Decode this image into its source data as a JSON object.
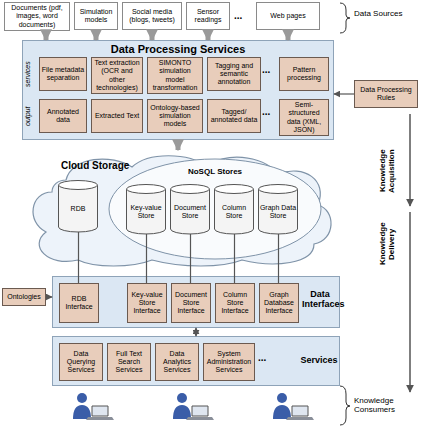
{
  "diagram": {
    "nodes": [
      {
        "text": [
          "Documents (pdf, images, word documents)"
        ]
      },
      {
        "text": [
          "Simulation models"
        ]
      },
      {
        "text": [
          "Social media (blogs, tweets)"
        ]
      },
      {
        "text": [
          "Sensor readings"
        ]
      },
      {
        "text": [
          "Web pages"
        ]
      },
      {
        "text": [
          "Data Processing Services"
        ]
      },
      {
        "text": [
          "File metadata separation"
        ],
        "in": 5
      },
      {
        "text": [
          "Text extraction (OCR and other technologies)"
        ],
        "in": 5
      },
      {
        "text": [
          "SIMONTO simulation model transformation"
        ],
        "in": 5
      },
      {
        "text": [
          "Tagging and semantic annotation"
        ],
        "in": 5
      },
      {
        "text": [
          "Pattern processing"
        ],
        "in": 5
      },
      {
        "text": [
          "Annotated data"
        ],
        "in": 5
      },
      {
        "text": [
          "Extracted Text"
        ],
        "in": 5
      },
      {
        "text": [
          "Ontology-based simulation models"
        ],
        "in": 5
      },
      {
        "text": [
          "Tagged/ annotated data"
        ],
        "in": 5
      },
      {
        "text": [
          "Semi-structured data (XML, JSON)"
        ],
        "in": 5
      },
      {
        "text": [
          "Data Processing Rules"
        ]
      },
      {
        "text": [
          "Cloud Storage"
        ]
      },
      {
        "text": [
          "RDB"
        ],
        "in": 17
      },
      {
        "text": [
          "NoSQL Stores"
        ],
        "in": 17
      },
      {
        "text": [
          "Key-value Store"
        ],
        "in": 19
      },
      {
        "text": [
          "Document Store"
        ],
        "in": 19
      },
      {
        "text": [
          "Column Store"
        ],
        "in": 19
      },
      {
        "text": [
          "Graph Data Store"
        ],
        "in": 19
      },
      {
        "text": [
          "Ontologies"
        ]
      },
      {
        "text": [
          "Data Interfaces"
        ]
      },
      {
        "text": [
          "RDB Interface"
        ],
        "in": 25
      },
      {
        "text": [
          "Key-value Store Interface"
        ],
        "in": 25
      },
      {
        "text": [
          "Document Store Interface"
        ],
        "in": 25
      },
      {
        "text": [
          "Column Store Interface"
        ],
        "in": 25
      },
      {
        "text": [
          "Graph Database Interface"
        ],
        "in": 25
      },
      {
        "text": [
          "Services"
        ]
      },
      {
        "text": [
          "Data Querying Services"
        ],
        "in": 31
      },
      {
        "text": [
          "Full Text Search Services"
        ],
        "in": 31
      },
      {
        "text": [
          "Data Analytics Services"
        ],
        "in": 31
      },
      {
        "text": [
          "System Administration Services"
        ],
        "in": 31
      }
    ],
    "edges": [
      {
        "from": 0,
        "to": 5,
        "arrow": "to"
      },
      {
        "from": 1,
        "to": 5,
        "arrow": "to"
      },
      {
        "from": 2,
        "to": 5,
        "arrow": "to"
      },
      {
        "from": 3,
        "to": 5,
        "arrow": "to"
      },
      {
        "from": 4,
        "to": 5,
        "arrow": "to"
      },
      {
        "from": 16,
        "to": 5,
        "arrow": "to"
      },
      {
        "from": 5,
        "to": 17,
        "arrow": "to"
      },
      {
        "from": 18,
        "to": 26,
        "arrow": "none"
      },
      {
        "from": 20,
        "to": 27,
        "arrow": "none"
      },
      {
        "from": 21,
        "to": 28,
        "arrow": "none"
      },
      {
        "from": 22,
        "to": 29,
        "arrow": "none"
      },
      {
        "from": 23,
        "to": 30,
        "arrow": "none"
      },
      {
        "from": 24,
        "to": 25,
        "arrow": "to"
      },
      {
        "from": 25,
        "to": 31,
        "arrow": "both"
      }
    ],
    "labels": [
      "Data Sources",
      "...",
      "services",
      "output",
      "...",
      "...",
      "Knowledge Acquisition",
      "Knowledge Delivery",
      "...",
      "Knowledge Consumers"
    ]
  }
}
